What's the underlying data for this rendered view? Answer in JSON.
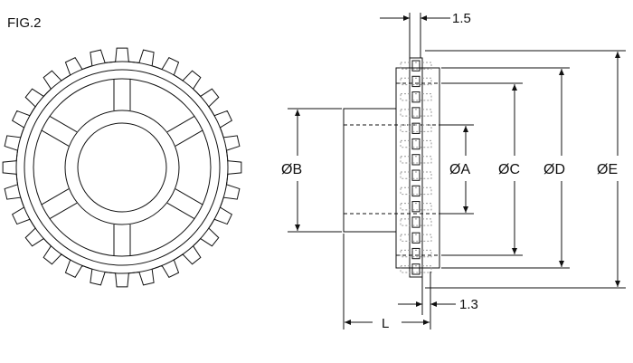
{
  "figure": {
    "label": "FIG.2",
    "dimensions": {
      "top_thickness": "1.5",
      "bottom_thickness": "1.3",
      "hub_length": "L",
      "dia_a": "ØA",
      "dia_b": "ØB",
      "dia_c": "ØC",
      "dia_d": "ØD",
      "dia_e": "ØE"
    },
    "gear": {
      "teeth": 28
    },
    "colors": {
      "line": "#111111",
      "hidden": "#999999"
    }
  }
}
